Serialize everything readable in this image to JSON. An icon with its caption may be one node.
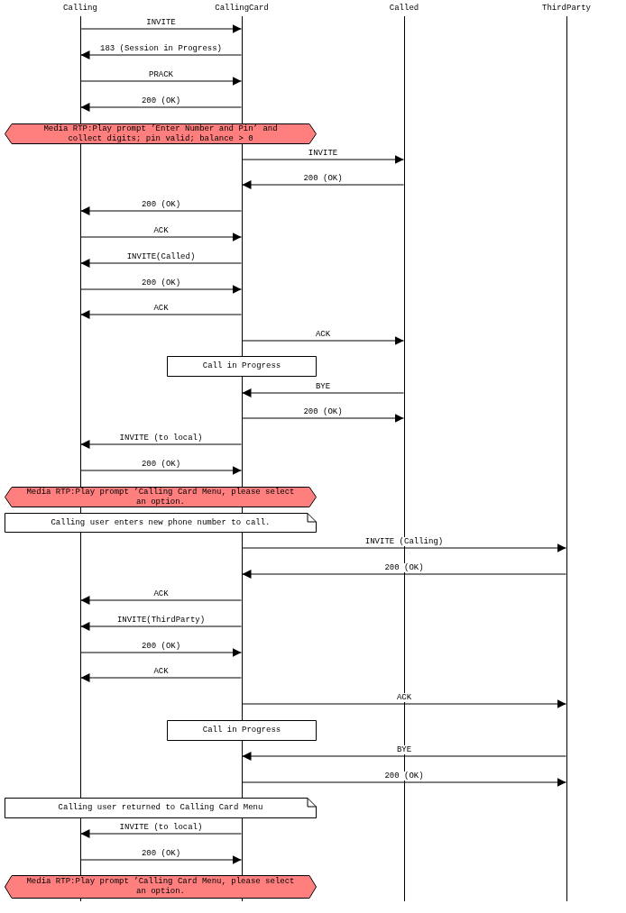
{
  "diagram": {
    "nodes": [
      {
        "text": [
          "Calling"
        ]
      },
      {
        "text": [
          "CallingCard"
        ]
      },
      {
        "text": [
          "Called"
        ]
      },
      {
        "text": [
          "ThirdParty"
        ]
      },
      {
        "text": [
          "Media RTP:Play prompt ’Enter Number and Pin’ and collect digits; pin valid; balance > 0"
        ]
      },
      {
        "text": [
          "Call in Progress"
        ]
      },
      {
        "text": [
          "Media RTP:Play prompt ’Calling Card Menu, please select an option."
        ]
      },
      {
        "text": [
          "Calling user enters new phone number to call."
        ]
      },
      {
        "text": [
          "Call in Progress"
        ]
      },
      {
        "text": [
          "Calling user returned to Calling Card Menu"
        ]
      },
      {
        "text": [
          "Media RTP:Play prompt ’Calling Card Menu, please select an option."
        ]
      }
    ],
    "edges": [
      {
        "from": 0,
        "to": 1,
        "arrow": "to",
        "label": "INVITE"
      },
      {
        "from": 1,
        "to": 0,
        "arrow": "to",
        "label": "183 (Session in Progress)"
      },
      {
        "from": 0,
        "to": 1,
        "arrow": "to",
        "label": "PRACK"
      },
      {
        "from": 1,
        "to": 0,
        "arrow": "to",
        "label": "200 (OK)"
      },
      {
        "from": 1,
        "to": 2,
        "arrow": "to",
        "label": "INVITE"
      },
      {
        "from": 2,
        "to": 1,
        "arrow": "to",
        "label": "200 (OK)"
      },
      {
        "from": 1,
        "to": 0,
        "arrow": "to",
        "label": "200 (OK)"
      },
      {
        "from": 0,
        "to": 1,
        "arrow": "to",
        "label": "ACK"
      },
      {
        "from": 1,
        "to": 0,
        "arrow": "to",
        "label": "INVITE(Called)"
      },
      {
        "from": 0,
        "to": 1,
        "arrow": "to",
        "label": "200 (OK)"
      },
      {
        "from": 1,
        "to": 0,
        "arrow": "to",
        "label": "ACK"
      },
      {
        "from": 1,
        "to": 2,
        "arrow": "to",
        "label": "ACK"
      },
      {
        "from": 2,
        "to": 1,
        "arrow": "to",
        "label": "BYE"
      },
      {
        "from": 1,
        "to": 2,
        "arrow": "to",
        "label": "200 (OK)"
      },
      {
        "from": 1,
        "to": 0,
        "arrow": "to",
        "label": "INVITE (to local)"
      },
      {
        "from": 0,
        "to": 1,
        "arrow": "to",
        "label": "200 (OK)"
      },
      {
        "from": 1,
        "to": 3,
        "arrow": "to",
        "label": "INVITE (Calling)"
      },
      {
        "from": 3,
        "to": 1,
        "arrow": "to",
        "label": "200 (OK)"
      },
      {
        "from": 1,
        "to": 0,
        "arrow": "to",
        "label": "ACK"
      },
      {
        "from": 1,
        "to": 0,
        "arrow": "to",
        "label": "INVITE(ThirdParty)"
      },
      {
        "from": 0,
        "to": 1,
        "arrow": "to",
        "label": "200 (OK)"
      },
      {
        "from": 1,
        "to": 0,
        "arrow": "to",
        "label": "ACK"
      },
      {
        "from": 1,
        "to": 3,
        "arrow": "to",
        "label": "ACK"
      },
      {
        "from": 3,
        "to": 1,
        "arrow": "to",
        "label": "BYE"
      },
      {
        "from": 1,
        "to": 3,
        "arrow": "to",
        "label": "200 (OK)"
      },
      {
        "from": 1,
        "to": 0,
        "arrow": "to",
        "label": "INVITE (to local)"
      },
      {
        "from": 0,
        "to": 1,
        "arrow": "to",
        "label": "200 (OK)"
      }
    ]
  }
}
